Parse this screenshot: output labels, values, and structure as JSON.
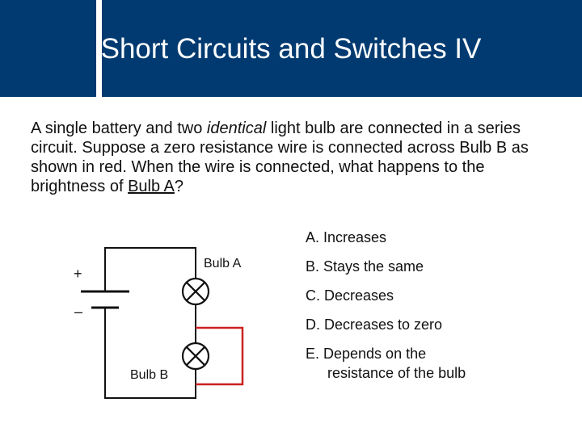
{
  "slide": {
    "title": "Short Circuits and Switches IV",
    "question": {
      "part1": "A single battery and two ",
      "emphasis": "identical",
      "part2": " light bulb are connected in a series circuit.  Suppose a zero resistance wire is connected across  Bulb  B as shown in red. When the wire is connected, what happens to the brightness of ",
      "underlined": "Bulb A",
      "end": "?"
    },
    "choices": [
      "A. Increases",
      "B. Stays the same",
      "C. Decreases",
      "D. Decreases to zero"
    ],
    "choice_e": {
      "line1": "E. Depends on the",
      "line2": "resistance of the bulb"
    }
  },
  "diagram": {
    "labels": {
      "bulb_a": "Bulb A",
      "bulb_b": "Bulb B",
      "plus": "+",
      "minus": "–"
    },
    "colors": {
      "header": "#003a70",
      "wire": "#111111",
      "short_wire": "#cc2222"
    }
  }
}
